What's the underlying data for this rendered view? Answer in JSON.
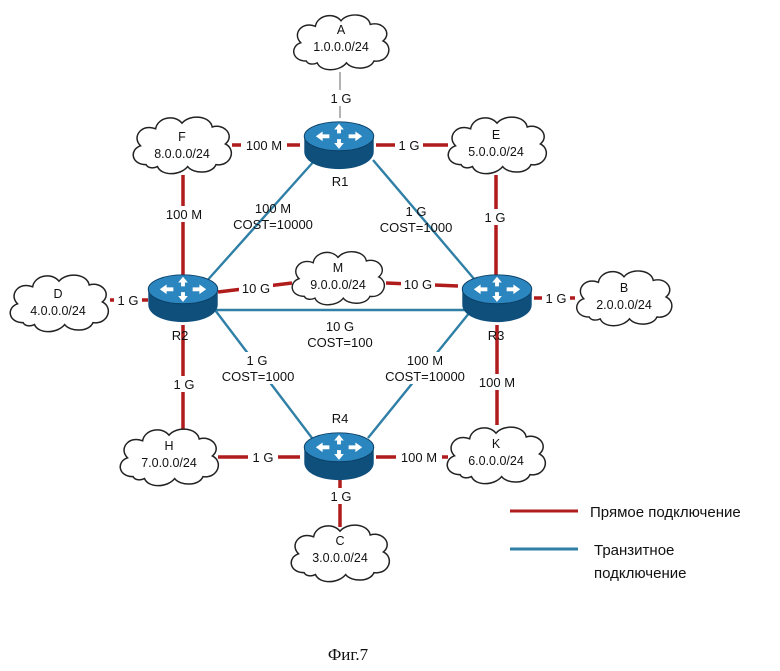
{
  "colors": {
    "direct": "#b01c1c",
    "transit": "#2f7fa6",
    "router_fill": "#1e6ea6",
    "router_dark": "#0f4f7c",
    "cloud_stroke": "#222222"
  },
  "clouds": {
    "A": {
      "name": "A",
      "net": "1.0.0.0/24"
    },
    "F": {
      "name": "F",
      "net": "8.0.0.0/24"
    },
    "E": {
      "name": "E",
      "net": "5.0.0.0/24"
    },
    "M": {
      "name": "M",
      "net": "9.0.0.0/24"
    },
    "D": {
      "name": "D",
      "net": "4.0.0.0/24"
    },
    "B": {
      "name": "B",
      "net": "2.0.0.0/24"
    },
    "H": {
      "name": "H",
      "net": "7.0.0.0/24"
    },
    "K": {
      "name": "K",
      "net": "6.0.0.0/24"
    },
    "C": {
      "name": "C",
      "net": "3.0.0.0/24"
    }
  },
  "routers": {
    "R1": "R1",
    "R2": "R2",
    "R3": "R3",
    "R4": "R4"
  },
  "links": {
    "a_r1": "1 G",
    "f_r1": "100 M",
    "r1_e": "1 G",
    "f_r2": "100 M",
    "e_r3": "1 G",
    "r2_m": "10 G",
    "m_r3": "10 G",
    "d_r2": "1 G",
    "r3_b": "1 G",
    "r2_h": "1 G",
    "r3_k": "100 M",
    "h_r4": "1 G",
    "r4_k": "100 M",
    "r4_c": "1 G",
    "r1_r2": {
      "speed": "100 M",
      "cost": "COST=10000"
    },
    "r1_r3": {
      "speed": "1 G",
      "cost": "COST=1000"
    },
    "r2_r3": {
      "speed": "10 G",
      "cost": "COST=100"
    },
    "r2_r4": {
      "speed": "1 G",
      "cost": "COST=1000"
    },
    "r3_r4": {
      "speed": "100 M",
      "cost": "COST=10000"
    }
  },
  "legend": {
    "direct": "Прямое подключение",
    "transit_line1": "Транзитное",
    "transit_line2": "подключение"
  },
  "caption": "Фиг.7"
}
